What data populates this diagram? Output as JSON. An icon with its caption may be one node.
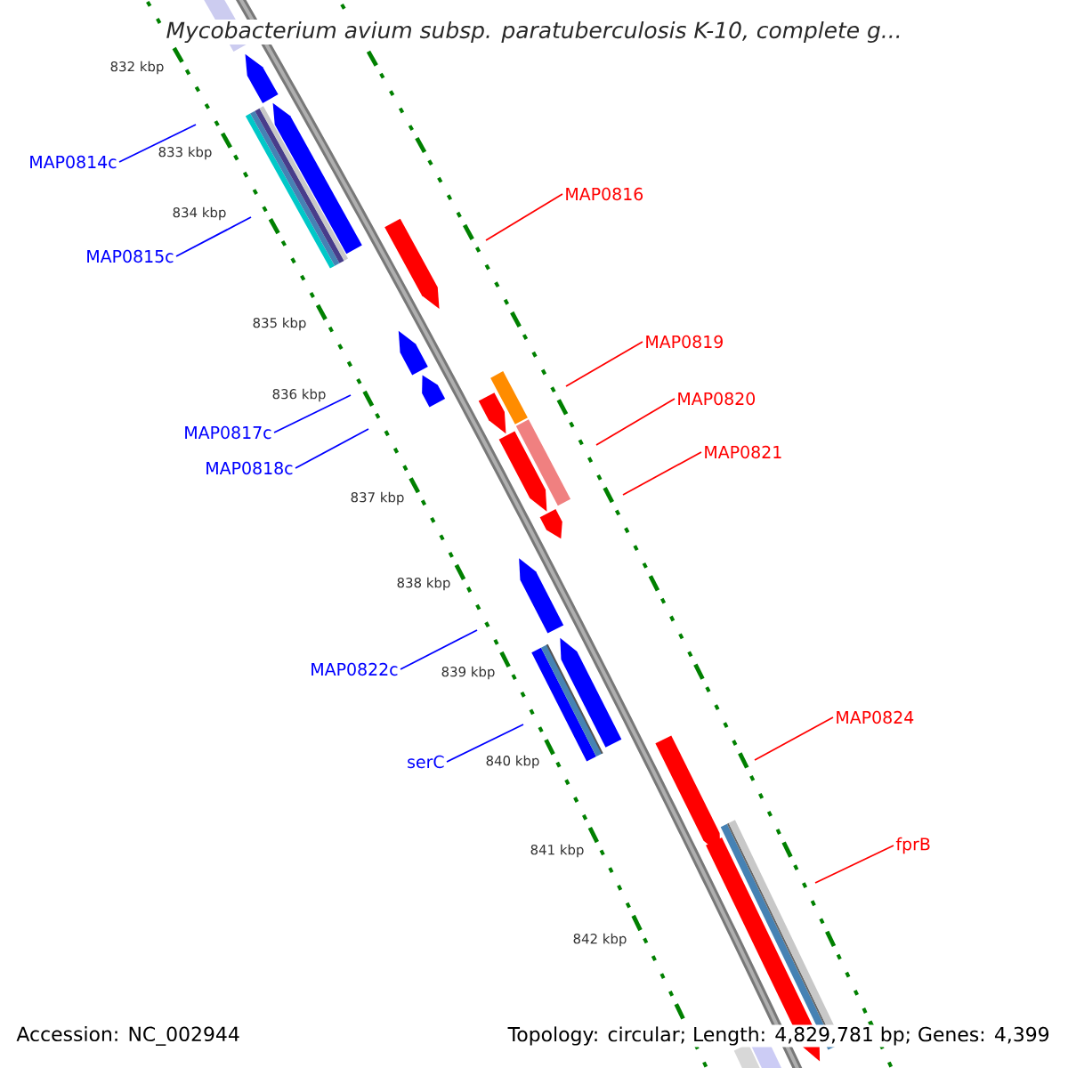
{
  "diagram": {
    "title": "Mycobacterium avium subsp. paratuberculosis K-10, complete g...",
    "nodes": [
      {
        "text": [
          "MAP0814c"
        ]
      },
      {
        "text": [
          "MAP0816"
        ]
      },
      {
        "text": [
          "MAP0815c"
        ]
      },
      {
        "text": [
          "MAP0819"
        ]
      },
      {
        "text": [
          "MAP0820"
        ]
      },
      {
        "text": [
          "MAP0817c"
        ]
      },
      {
        "text": [
          "MAP0821"
        ]
      },
      {
        "text": [
          "MAP0818c"
        ]
      },
      {
        "text": [
          "MAP0822c"
        ]
      },
      {
        "text": [
          "MAP0824"
        ]
      },
      {
        "text": [
          "serC"
        ]
      },
      {
        "text": [
          "fprB"
        ]
      }
    ],
    "edges": [
      {
        "from": 0,
        "to": null,
        "arrow": "none",
        "color": "#0000ff"
      },
      {
        "from": 1,
        "to": null,
        "arrow": "none",
        "color": "#ff0000"
      },
      {
        "from": 2,
        "to": null,
        "arrow": "none",
        "color": "#0000ff"
      },
      {
        "from": 3,
        "to": null,
        "arrow": "none",
        "color": "#ff0000"
      },
      {
        "from": 4,
        "to": null,
        "arrow": "none",
        "color": "#ff0000"
      },
      {
        "from": 5,
        "to": null,
        "arrow": "none",
        "color": "#0000ff"
      },
      {
        "from": 6,
        "to": null,
        "arrow": "none",
        "color": "#ff0000"
      },
      {
        "from": 7,
        "to": null,
        "arrow": "none",
        "color": "#0000ff"
      },
      {
        "from": 8,
        "to": null,
        "arrow": "none",
        "color": "#0000ff"
      },
      {
        "from": 9,
        "to": null,
        "arrow": "none",
        "color": "#ff0000"
      },
      {
        "from": 10,
        "to": null,
        "arrow": "none",
        "color": "#0000ff"
      },
      {
        "from": 11,
        "to": null,
        "arrow": "none",
        "color": "#ff0000"
      }
    ],
    "labels": [
      "832 kbp",
      "833 kbp",
      "834 kbp",
      "835 kbp",
      "836 kbp",
      "837 kbp",
      "838 kbp",
      "839 kbp",
      "840 kbp",
      "841 kbp",
      "842 kbp",
      "Accession: NC_002944",
      "Topology: circular; Length: 4,829,781 bp; Genes: 4,399"
    ]
  }
}
